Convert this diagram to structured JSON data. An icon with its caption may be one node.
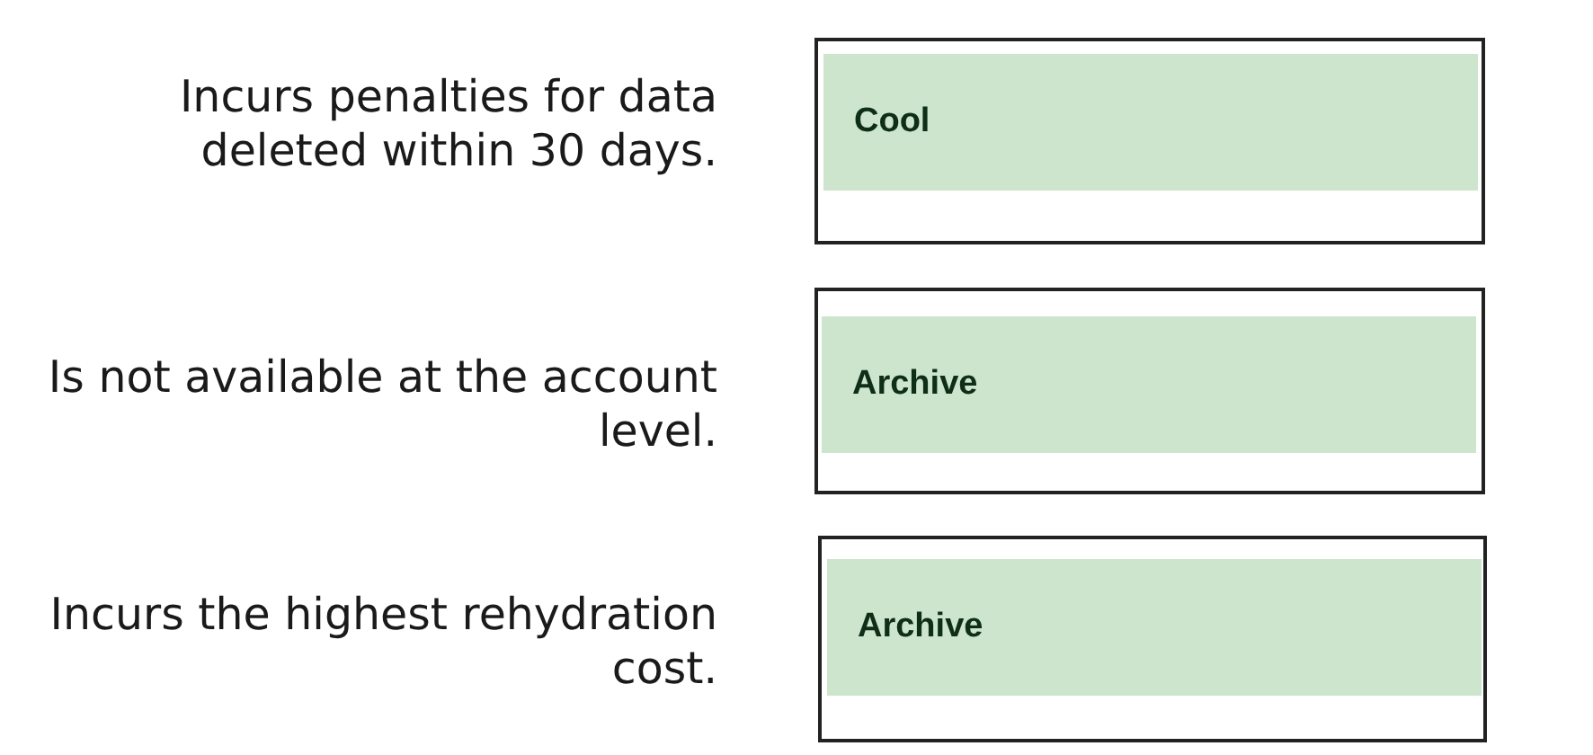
{
  "diagram": {
    "nodes": [
      {
        "text": [],
        "shape": "box"
      },
      {
        "text": [
          "Cool"
        ],
        "in": 0
      },
      {
        "text": [],
        "shape": "box"
      },
      {
        "text": [
          "Archive"
        ],
        "in": 2
      },
      {
        "text": [],
        "shape": "box"
      },
      {
        "text": [
          "Archive"
        ],
        "in": 4
      }
    ],
    "labels": [
      "Incurs penalties for data deleted within 30 days.",
      "Is not available at the account level.",
      "Incurs the highest rehydration cost."
    ]
  }
}
